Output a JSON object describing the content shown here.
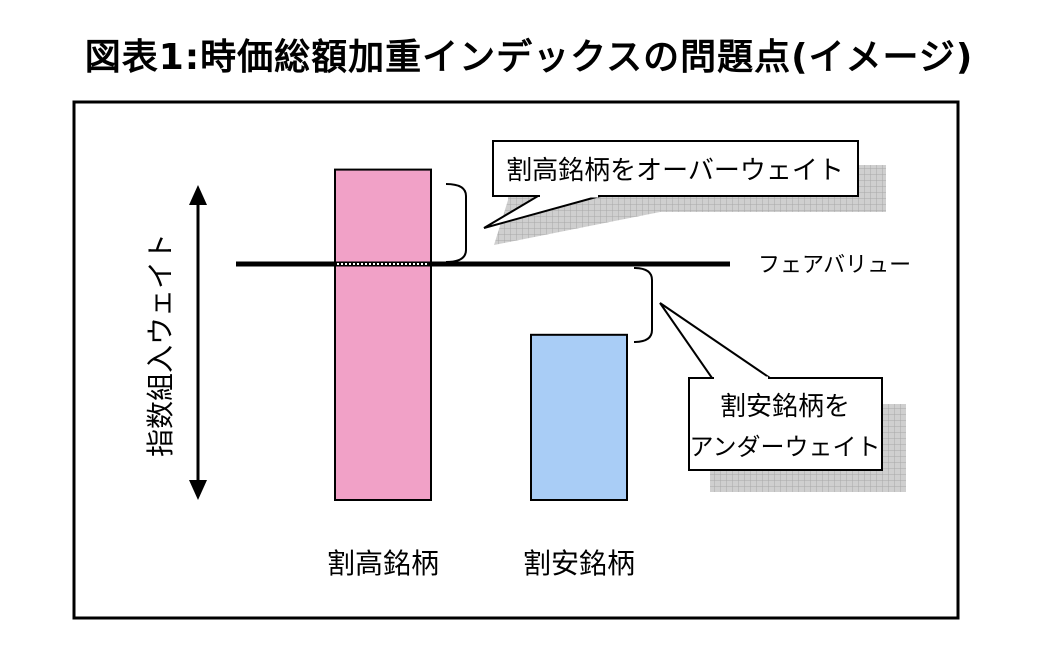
{
  "title": "図表1:時価総額加重インデックスの問題点(イメージ)",
  "y_axis_label": "指数組入ウェイト",
  "fair_value_label": "フェアバリュー",
  "callout_overweight": "割高銘柄をオーバーウェイト",
  "callout_underweight": [
    "割安銘柄を",
    "アンダーウェイト"
  ],
  "chart_data": {
    "type": "bar",
    "categories": [
      "割高銘柄",
      "割安銘柄"
    ],
    "values": [
      1.4,
      0.7
    ],
    "reference_line": {
      "name": "フェアバリュー",
      "value": 1.0
    },
    "colors": {
      "overvalued": "#f1a1c7",
      "undervalued": "#a9cdf6",
      "line": "#000000"
    }
  }
}
